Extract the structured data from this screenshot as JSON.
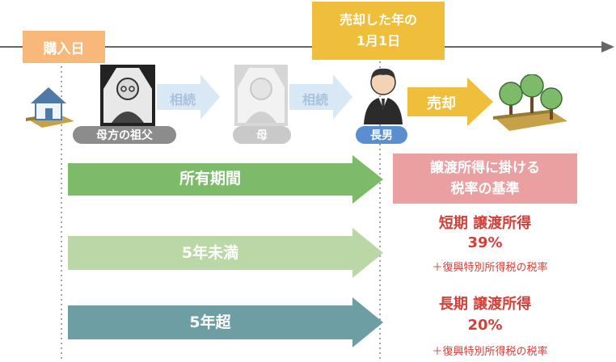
{
  "timeline": {
    "purchase_label": "購入日",
    "sale_label_line1": "売却した年の",
    "sale_label_line2": "1月1日"
  },
  "people": {
    "grandfather": "母方の祖父",
    "mother": "母",
    "son": "長男"
  },
  "arrows": {
    "inherit1": "相続",
    "inherit2": "相続",
    "sale": "売却"
  },
  "periods": {
    "holding": "所有期間",
    "under5": "5年未満",
    "over5": "5年超"
  },
  "tax": {
    "header_line1": "譲渡所得に掛ける",
    "header_line2": "税率の基準",
    "short_title": "短期 譲渡所得",
    "short_rate": "39%",
    "short_note": "＋復興特別所得税の税率",
    "long_title": "長期 譲渡所得",
    "long_rate": "20%",
    "long_note": "＋復興特別所得税の税率"
  },
  "colors": {
    "purchase_box": "#f7b87a",
    "sale_box": "#efbe3a",
    "green_arrow": "#7dbb6a",
    "light_green_arrow": "#b9d8a6",
    "teal_arrow": "#6c9ea4",
    "blue_arrow": "#d9e8f5",
    "tax_header": "#eaa0a0",
    "accent_red": "#d2403a"
  }
}
